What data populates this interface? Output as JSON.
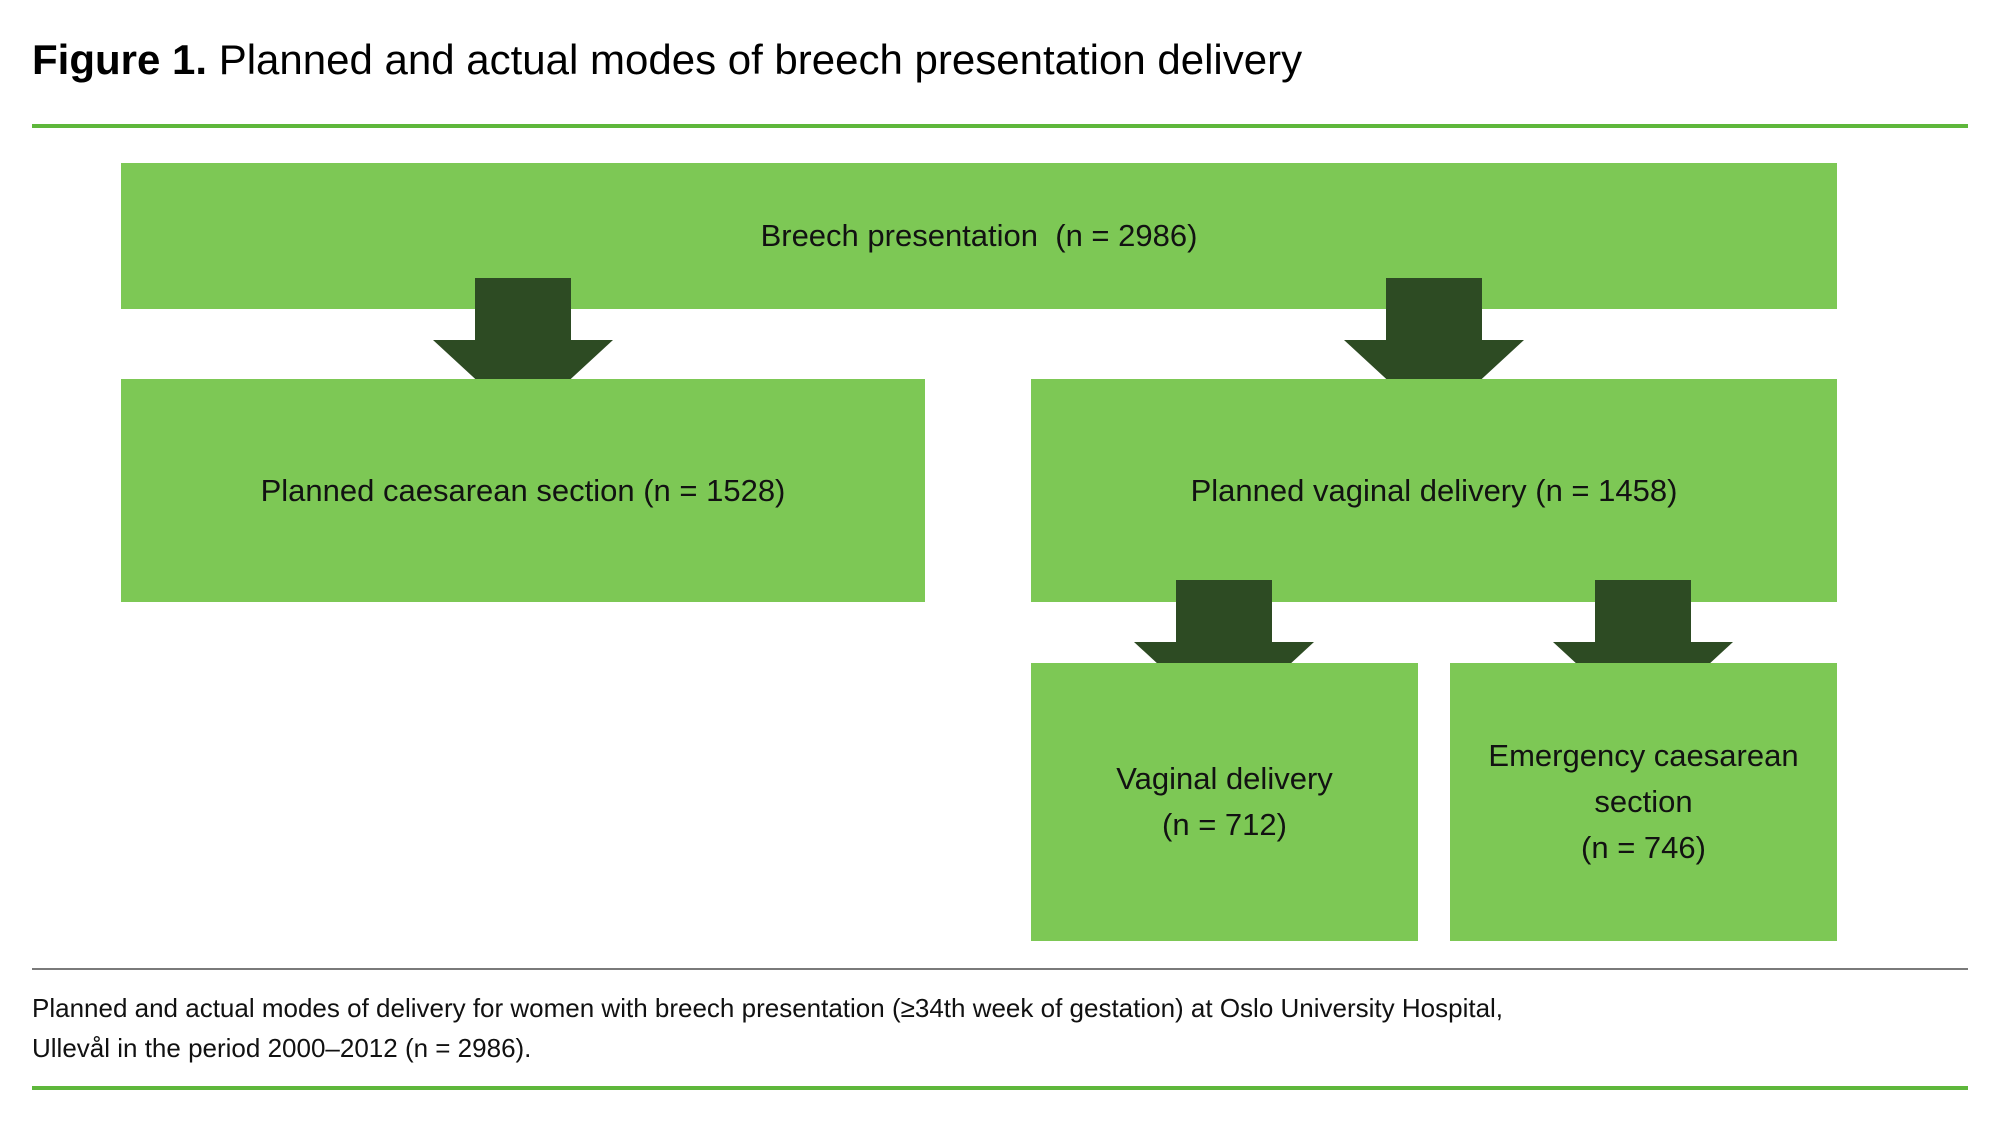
{
  "figure": {
    "label": "Figure 1.",
    "title": " Planned and actual modes of breech presentation delivery"
  },
  "flowchart": {
    "root": {
      "label": "Breech presentation  (n = 2986)"
    },
    "planned_caesarean": {
      "label": "Planned caesarean section (n = 1528)"
    },
    "planned_vaginal": {
      "label": "Planned vaginal delivery (n = 1458)"
    },
    "vaginal_delivery": {
      "line1": "Vaginal delivery",
      "line2": "(n = 712)"
    },
    "emergency_caesarean": {
      "line1": "Emergency caesarean",
      "line2": "section",
      "line3": "(n = 746)"
    }
  },
  "caption": {
    "line1": "Planned and actual modes of delivery for women with breech presentation (≥34th week of gestation) at Oslo University Hospital,",
    "line2": "Ullevål in the period 2000–2012 (n = 2986)."
  },
  "colors": {
    "box_green": "#7DC855",
    "arrow_dark_green": "#2D4B23",
    "rule_green": "#5EB73B",
    "divider_gray": "#7a7a7a"
  }
}
